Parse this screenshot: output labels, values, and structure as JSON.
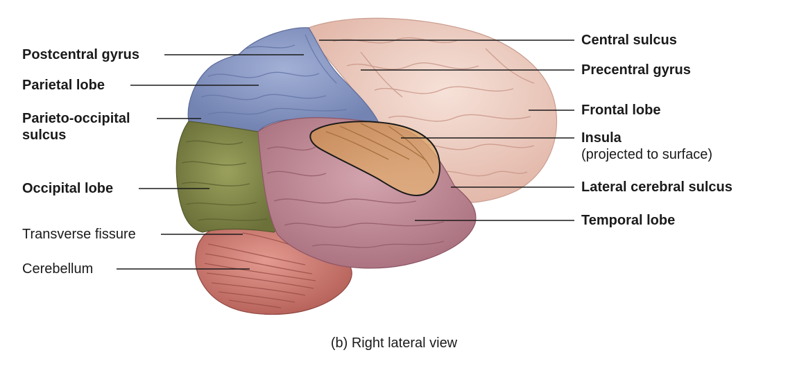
{
  "figure": {
    "caption": "(b) Right lateral view",
    "view": "right lateral"
  },
  "labels": {
    "postcentral_gyrus": "Postcentral gyrus",
    "parietal_lobe": "Parietal lobe",
    "parieto_occipital_sulcus_1": "Parieto-occipital",
    "parieto_occipital_sulcus_2": "sulcus",
    "occipital_lobe": "Occipital lobe",
    "transverse_fissure": "Transverse fissure",
    "cerebellum": "Cerebellum",
    "central_sulcus": "Central sulcus",
    "precentral_gyrus": "Precentral gyrus",
    "frontal_lobe": "Frontal lobe",
    "insula": "Insula",
    "insula_note": "(projected to surface)",
    "lateral_cerebral_sulcus": "Lateral cerebral sulcus",
    "temporal_lobe": "Temporal lobe"
  },
  "colors": {
    "frontal_lobe": "#f0d3c8",
    "parietal_lobe": "#8e9ec8",
    "occipital_lobe": "#8a8f4e",
    "temporal_lobe": "#c5919e",
    "cerebellum": "#d9867d",
    "insula": "#e0a868",
    "leader_line": "#1a1a1a"
  }
}
